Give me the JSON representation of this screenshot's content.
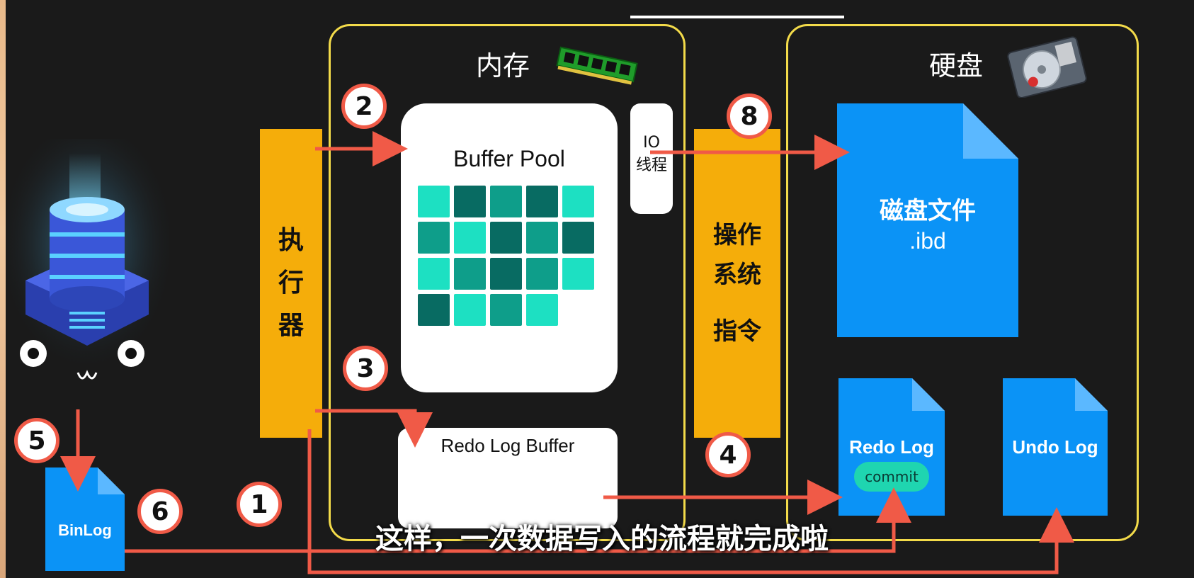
{
  "memory_panel": {
    "title": "内存",
    "icon": "ram-stick-icon"
  },
  "disk_panel": {
    "title": "硬盘",
    "icon": "hard-drive-icon"
  },
  "executor": {
    "chars": [
      "执",
      "行",
      "器"
    ]
  },
  "buffer_pool": {
    "title": "Buffer Pool",
    "cells": [
      [
        "light",
        "dark",
        "mid",
        "dark",
        "light"
      ],
      [
        "mid",
        "light",
        "dark",
        "mid",
        "dark"
      ],
      [
        "light",
        "mid",
        "dark",
        "mid",
        "light"
      ],
      [
        "dark",
        "light",
        "mid",
        "light"
      ]
    ]
  },
  "io_thread": {
    "line1": "IO",
    "line2": "线程"
  },
  "os_bar": {
    "line1": "操作",
    "line2": "系统",
    "line3": "指令"
  },
  "redo_log_buffer": {
    "title": "Redo Log Buffer"
  },
  "disk_file": {
    "line1": "磁盘文件",
    "line2": ".ibd"
  },
  "redo_log": {
    "label": "Redo Log",
    "badge": "commit"
  },
  "undo_log": {
    "label": "Undo Log"
  },
  "binlog": {
    "label": "BinLog"
  },
  "steps": {
    "s1": "1",
    "s2": "2",
    "s3": "3",
    "s4": "4",
    "s5": "5",
    "s6": "6",
    "s8": "8"
  },
  "caption": "这样，一次数据写入的流程就完成啦",
  "colors": {
    "panel_border": "#f3db4a",
    "bar": "#f5ad0a",
    "file_blue": "#0b93f6",
    "arrow": "#f05a47",
    "cell_light": "#1de0c2",
    "cell_mid": "#0e9e8a",
    "cell_dark": "#086b62",
    "commit_badge": "#1fd5b0"
  }
}
